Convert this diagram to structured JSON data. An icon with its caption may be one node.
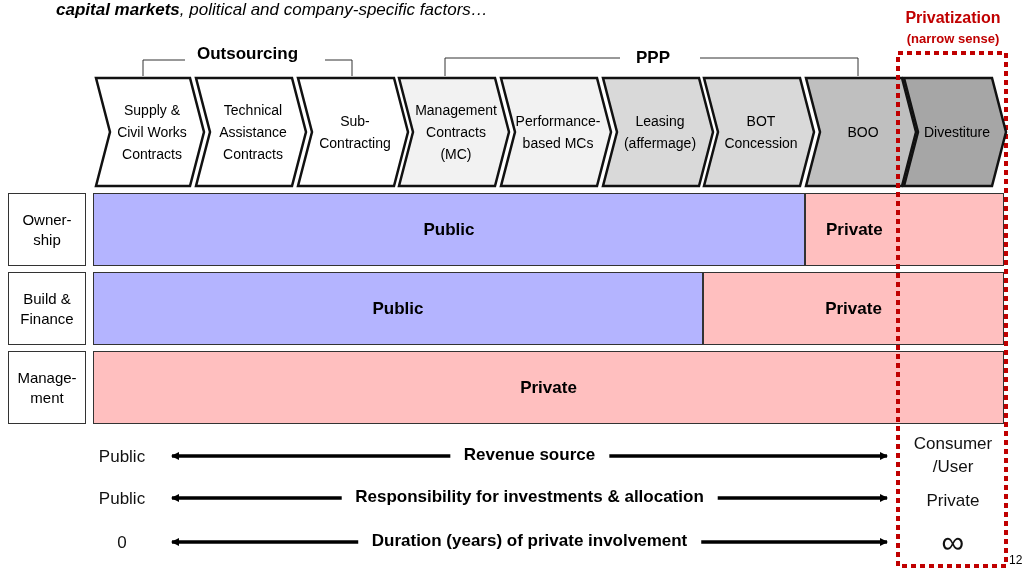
{
  "diagram": {
    "nodes": [
      {
        "text": [
          "Supply & Civil Works Contracts"
        ]
      },
      {
        "text": [
          "Technical Assistance Contracts"
        ]
      },
      {
        "text": [
          "Sub-Contracting"
        ]
      },
      {
        "text": [
          "Management Contracts (MC)"
        ]
      },
      {
        "text": [
          "Performance-based MCs"
        ]
      },
      {
        "text": [
          "Leasing (affermage)"
        ]
      },
      {
        "text": [
          "BOT Concession"
        ]
      },
      {
        "text": [
          "BOO"
        ]
      },
      {
        "text": [
          "Divestiture"
        ],
        "in": 9
      },
      {
        "text": [
          "Privatization",
          "(narrow sense)"
        ]
      },
      {
        "text": [
          "Owner-ship"
        ]
      },
      {
        "text": [
          "Public"
        ]
      },
      {
        "text": [
          "Private"
        ]
      },
      {
        "text": [
          "Build & Finance"
        ]
      },
      {
        "text": [
          "Public"
        ]
      },
      {
        "text": [
          "Private"
        ]
      },
      {
        "text": [
          "Manage-ment"
        ]
      },
      {
        "text": [
          "Private"
        ]
      },
      {
        "text": [
          "Public"
        ]
      },
      {
        "text": [
          "Consumer /User"
        ],
        "in": 9
      },
      {
        "text": [
          "Public"
        ]
      },
      {
        "text": [
          "Private"
        ],
        "in": 9
      },
      {
        "text": [
          "0"
        ]
      },
      {
        "text": [
          "∞"
        ],
        "in": 9
      }
    ],
    "edges": [
      {
        "from": 18,
        "to": 19,
        "arrow": "both",
        "label": "Revenue source"
      },
      {
        "from": 20,
        "to": 21,
        "arrow": "both",
        "label": "Responsibility for investments & allocation"
      },
      {
        "from": 22,
        "to": 23,
        "arrow": "both",
        "label": "Duration (years) of private involvement"
      }
    ],
    "labels": [
      "**capital markets**, political and company-specific factors…",
      "Outsourcing",
      "PPP",
      "12"
    ]
  }
}
